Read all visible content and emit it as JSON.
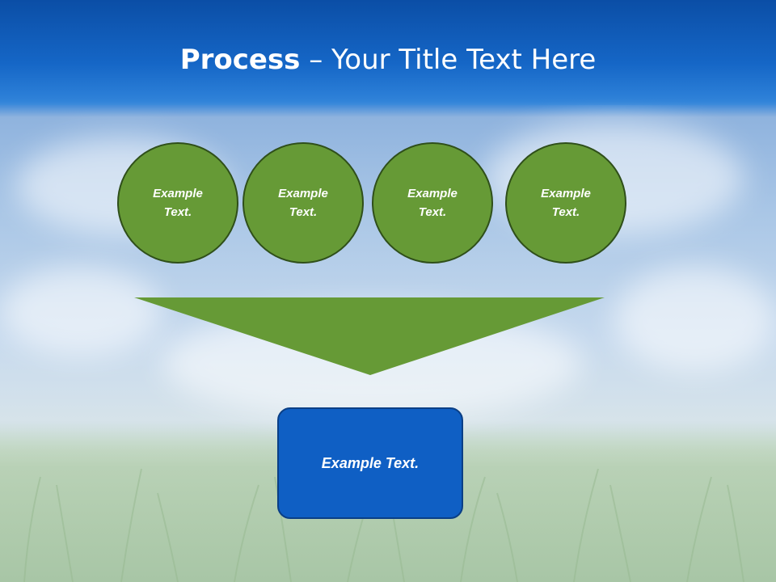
{
  "slide": {
    "title_bold": "Process",
    "title_rest": " – Your Title Text Here"
  },
  "circles": [
    {
      "line1": "Example",
      "line2": "Text."
    },
    {
      "line1": "Example",
      "line2": "Text."
    },
    {
      "line1": "Example",
      "line2": "Text."
    },
    {
      "line1": "Example",
      "line2": "Text."
    }
  ],
  "result": {
    "label": "Example Text."
  },
  "colors": {
    "header_blue": "#1566c6",
    "circle_green": "#669a36",
    "circle_border": "#2f4f1a",
    "funnel_green": "#669a36",
    "box_blue": "#0f5fc4",
    "text": "#ffffff"
  }
}
